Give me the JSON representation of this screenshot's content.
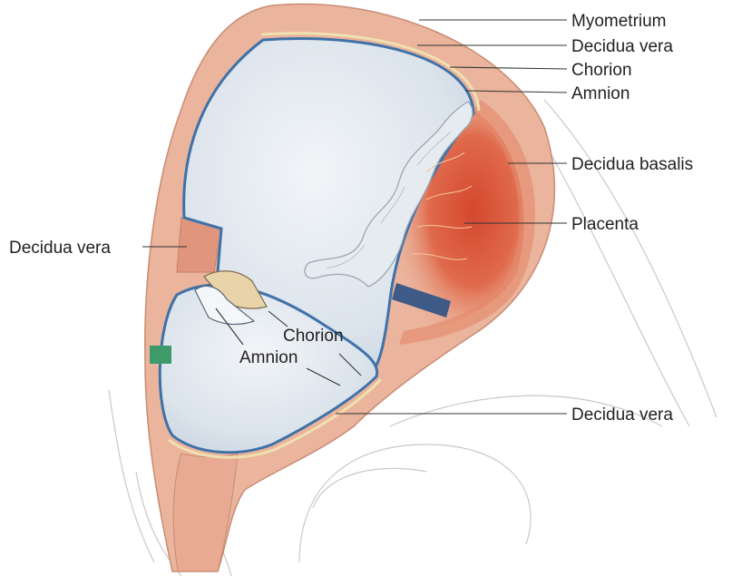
{
  "labels": {
    "myometrium": "Myometrium",
    "decidua_vera_top": "Decidua vera",
    "chorion_top": "Chorion",
    "amnion_top": "Amnion",
    "decidua_basalis": "Decidua basalis",
    "placenta": "Placenta",
    "decidua_vera_left": "Decidua vera",
    "chorion_inner": "Chorion",
    "amnion_inner": "Amnion",
    "decidua_vera_bottom": "Decidua vera"
  },
  "colors": {
    "myometrium": "#eab49d",
    "decidua": "#e0967c",
    "placenta": "#d9553a",
    "cavity": "#dfe7ee",
    "amnion_line": "#3f72a8",
    "chorion_line": "#efe0b0",
    "cord": "#e4e9ee",
    "marker_green": "#3f9a6a",
    "marker_blue": "#3e5a86"
  }
}
